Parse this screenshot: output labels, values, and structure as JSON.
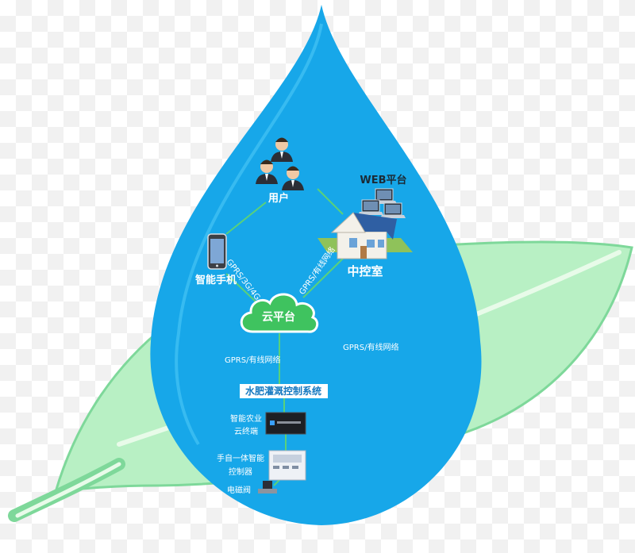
{
  "colors": {
    "leaf_fill": "#b8f0c4",
    "leaf_edge": "#7ed89a",
    "leaf_vein": "#e8fbe9",
    "drop_fill": "#17a7e9",
    "drop_inner": "#1fb6f2",
    "cloud_fill": "#3fc35f",
    "cloud_edge": "#ffffff",
    "link_line": "#5ad17a",
    "label_box": "#ffffff",
    "label_box_text": "#1679c0"
  },
  "nodes": {
    "users": {
      "label": "用户",
      "icon": "users-icon"
    },
    "web": {
      "label": "WEB平台",
      "icon": "laptop-icon"
    },
    "control_room": {
      "label": "中控室",
      "icon": "house-icon"
    },
    "phone": {
      "label": "智能手机",
      "icon": "smartphone-icon"
    },
    "cloud": {
      "label": "云平台",
      "icon": "cloud-icon"
    },
    "system": {
      "label": "水肥灌溉控制系统"
    },
    "agri_terminal": {
      "line1": "智能农业",
      "line2": "云终端",
      "icon": "terminal-device-icon"
    },
    "controller": {
      "line1": "手自一体智能",
      "line2": "控制器",
      "icon": "controller-box-icon"
    },
    "valve": {
      "label": "电磁阀",
      "icon": "solenoid-valve-icon"
    }
  },
  "links": {
    "phone_cloud": "GPRS/3G/4G",
    "room_cloud": "GPRS/有线网络",
    "cloud_system": "GPRS/有线网络",
    "side_note": "GPRS/有线网络"
  }
}
